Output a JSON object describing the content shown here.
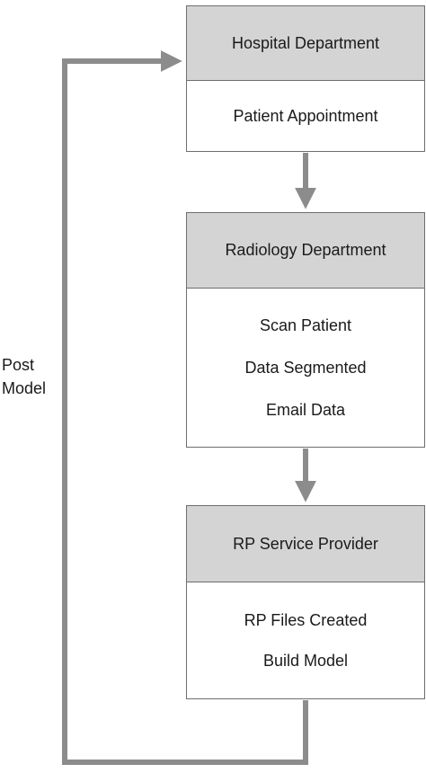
{
  "nodes": {
    "hospital": {
      "title": "Hospital Department",
      "items": [
        "Patient Appointment"
      ]
    },
    "radiology": {
      "title": "Radiology Department",
      "items": [
        "Scan Patient",
        "Data Segmented",
        "Email Data"
      ]
    },
    "rp_provider": {
      "title": "RP Service Provider",
      "items": [
        "RP Files Created",
        "Build Model"
      ]
    }
  },
  "feedback_label": {
    "line1": "Post",
    "line2": "Model"
  },
  "colors": {
    "header_fill": "#d4d4d4",
    "border": "#6e6e6e",
    "arrow": "#8c8c8c"
  }
}
